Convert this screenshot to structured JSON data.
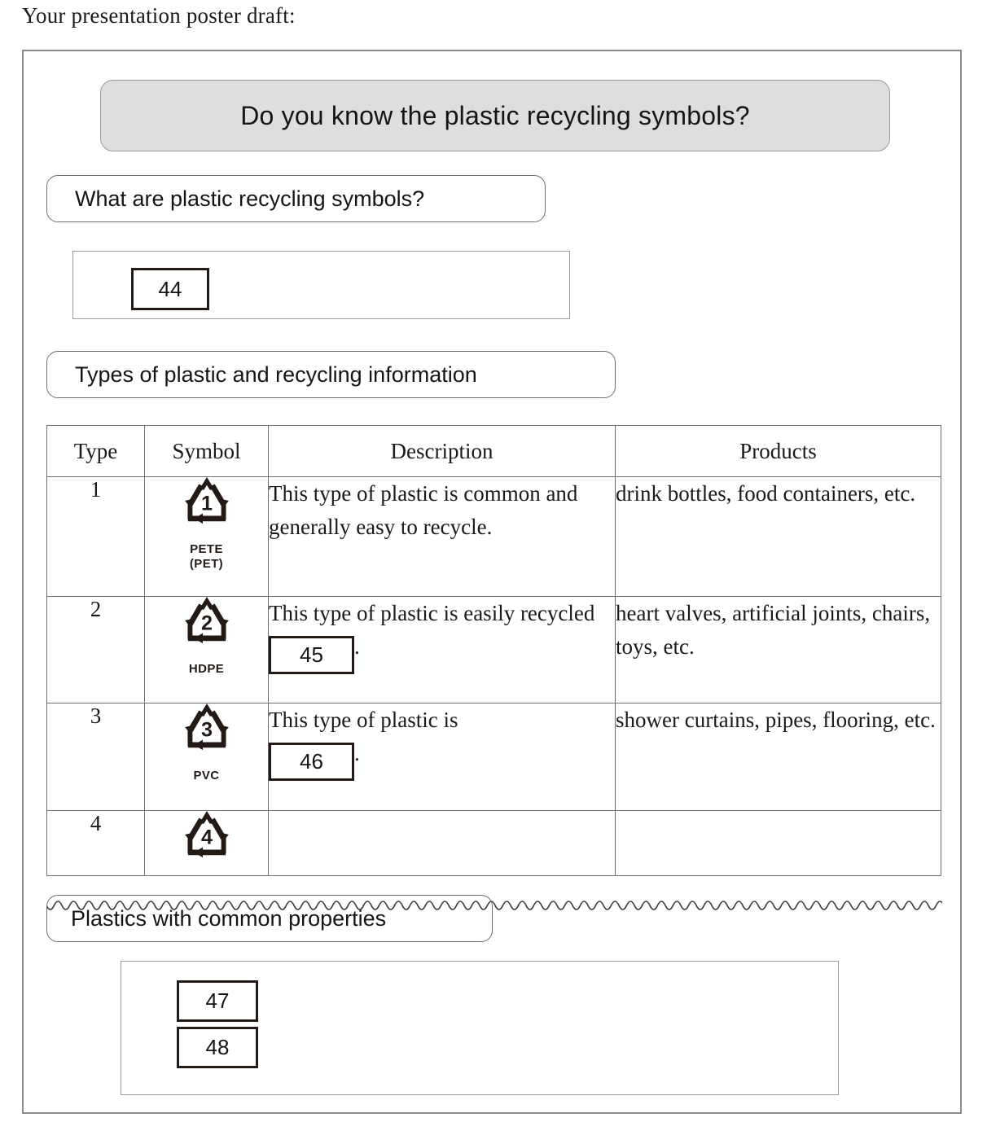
{
  "intro": {
    "text": "Your presentation poster draft:"
  },
  "poster": {
    "title": "Do you know the plastic recycling symbols?",
    "title_bg": "#dedede",
    "frame_color": "#8a8a8a",
    "sections": [
      {
        "heading": "What are plastic recycling symbols?"
      },
      {
        "heading": "Types of plastic and recycling information"
      },
      {
        "heading": "Plastics with common properties"
      }
    ],
    "answer_slot_top": "44",
    "answer_slots_bottom": [
      "47",
      "48"
    ]
  },
  "table": {
    "columns": [
      "Type",
      "Symbol",
      "Description",
      "Products"
    ],
    "rows": [
      {
        "type": "1",
        "symbol_number": "1",
        "symbol_code_line1": "PETE",
        "symbol_code_line2": "(PET)",
        "description_pre": "This type of plastic is common and generally easy to recycle.",
        "description_slot": "",
        "description_post": "",
        "products": "drink bottles, food containers, etc."
      },
      {
        "type": "2",
        "symbol_number": "2",
        "symbol_code_line1": "HDPE",
        "symbol_code_line2": "",
        "description_pre": "This type of plastic is easily recycled",
        "description_slot": "45",
        "description_post": ".",
        "products": "heart valves, artificial joints, chairs, toys, etc."
      },
      {
        "type": "3",
        "symbol_number": "3",
        "symbol_code_line1": "PVC",
        "symbol_code_line2": "",
        "description_pre": "This type of plastic is",
        "description_slot": "46",
        "description_post": ".",
        "products": "shower curtains, pipes, flooring, etc."
      },
      {
        "type": "4",
        "symbol_number": "4",
        "symbol_code_line1": "",
        "symbol_code_line2": "",
        "description_pre": "",
        "description_slot": "",
        "description_post": "",
        "products": ""
      }
    ]
  }
}
